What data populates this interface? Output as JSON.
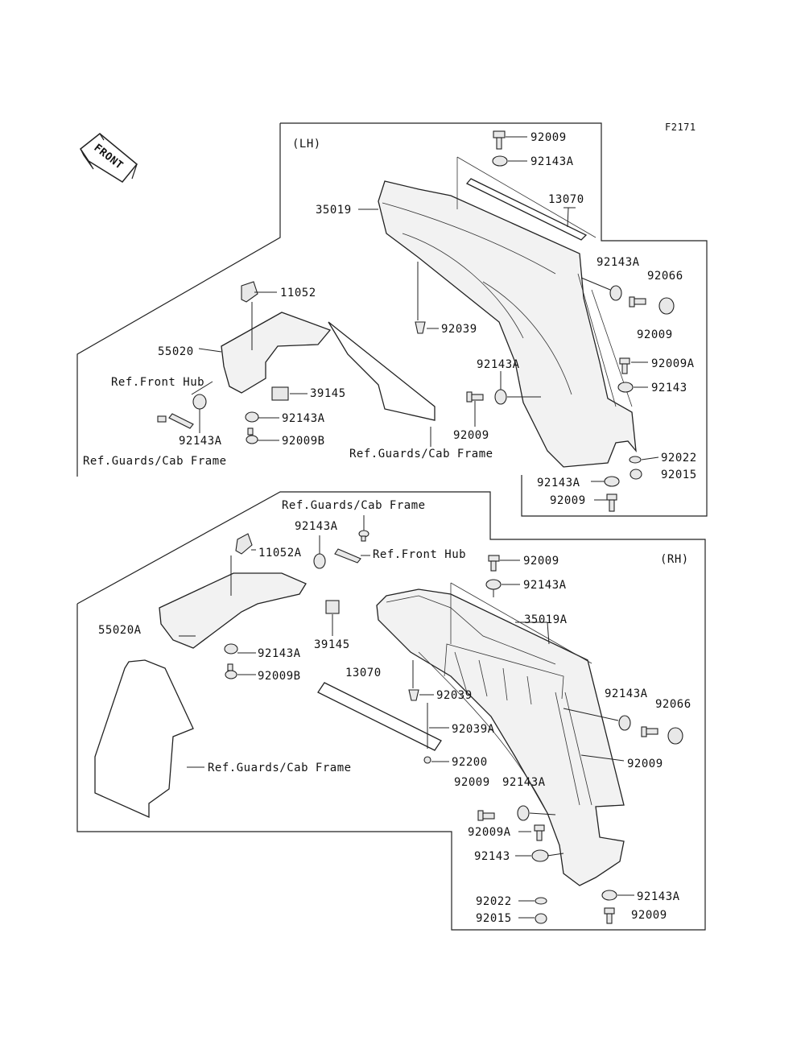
{
  "figure_id": "F2171",
  "sections": {
    "lh": "(LH)",
    "rh": "(RH)"
  },
  "front_arrow_label": "FRONT",
  "labels": {
    "lh_92009_top": "92009",
    "lh_92143A_top": "92143A",
    "lh_13070": "13070",
    "lh_35019": "35019",
    "lh_92143A_right": "92143A",
    "lh_92066": "92066",
    "lh_92009_right": "92009",
    "lh_92039": "92039",
    "lh_92143A_mid": "92143A",
    "lh_92009A": "92009A",
    "lh_92143": "92143",
    "lh_92009_mid": "92009",
    "lh_92022": "92022",
    "lh_92015": "92015",
    "lh_92143A_bottom": "92143A",
    "lh_92009_bottom": "92009",
    "lh_11052": "11052",
    "lh_55020": "55020",
    "lh_ref_front_hub": "Ref.Front Hub",
    "lh_39145": "39145",
    "lh_92143A_a": "92143A",
    "lh_92143A_b": "92143A",
    "lh_92009B": "92009B",
    "lh_ref_guards_1": "Ref.Guards/Cab Frame",
    "lh_ref_guards_2": "Ref.Guards/Cab Frame",
    "rh_ref_guards_top": "Ref.Guards/Cab Frame",
    "rh_92143A_a": "92143A",
    "rh_11052A": "11052A",
    "rh_ref_front_hub": "Ref.Front Hub",
    "rh_92009_top": "92009",
    "rh_92143A_top": "92143A",
    "rh_35019A": "35019A",
    "rh_55020A": "55020A",
    "rh_92143A_b": "92143A",
    "rh_39145": "39145",
    "rh_92009B": "92009B",
    "rh_13070": "13070",
    "rh_92039": "92039",
    "rh_92039A": "92039A",
    "rh_92200": "92200",
    "rh_92143A_right": "92143A",
    "rh_92066": "92066",
    "rh_92009_right": "92009",
    "rh_ref_guards_bottom": "Ref.Guards/Cab Frame",
    "rh_92009_mid": "92009",
    "rh_92143A_mid": "92143A",
    "rh_92009A": "92009A",
    "rh_92143": "92143",
    "rh_92022": "92022",
    "rh_92143A_bottom": "92143A",
    "rh_92015": "92015",
    "rh_92009_bottom": "92009"
  }
}
